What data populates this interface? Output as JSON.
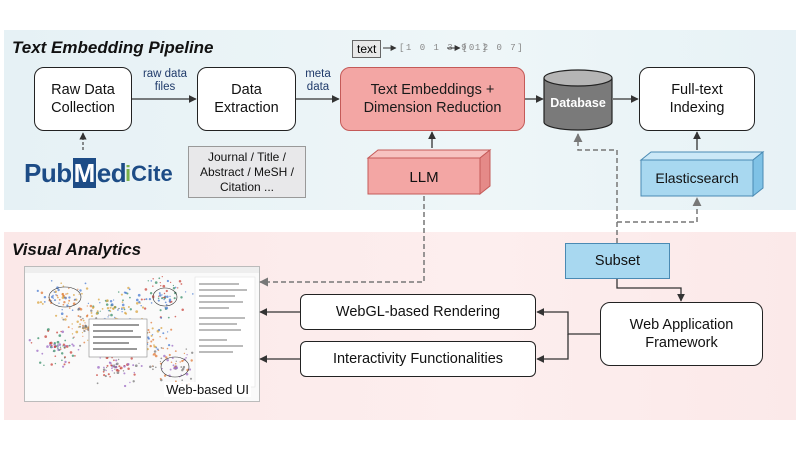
{
  "sections": {
    "pipeline": "Text Embedding Pipeline",
    "visual": "Visual Analytics"
  },
  "nodes": {
    "raw_data": "Raw Data\nCollection",
    "data_extraction": "Data\nExtraction",
    "text_embeddings": "Text Embeddings +\nDimension Reduction",
    "database": "Database",
    "fulltext": "Full-text\nIndexing",
    "llm": "LLM",
    "elasticsearch": "Elasticsearch",
    "subset": "Subset",
    "webgl": "WebGL-based Rendering",
    "interactivity": "Interactivity Functionalities",
    "web_app": "Web Application\nFramework",
    "web_ui": "Web-based UI"
  },
  "labels": {
    "raw_files": "raw data\nfiles",
    "meta": "meta\ndata",
    "metadata_fields": "Journal / Title /\nAbstract / MeSH /\nCitation ..."
  },
  "token": {
    "text": "text",
    "vec1": "[1 0 1 3 9 1]",
    "vec2": "[0 2 0 7]"
  },
  "logos": {
    "pubmed_pub": "Pub",
    "pubmed_m": "M",
    "pubmed_ed": "ed",
    "icite_i": "i",
    "icite_rest": "Cite"
  },
  "colors": {
    "pipeline_band": "#e6f1f5",
    "visual_band": "#fbe8e8",
    "embedding_box": "#f3a6a4",
    "llm_box": "#f3a6a4",
    "elastic_box": "#a8d8f0",
    "database": "#7a7a7a",
    "text_blue": "#1f3a6a"
  }
}
